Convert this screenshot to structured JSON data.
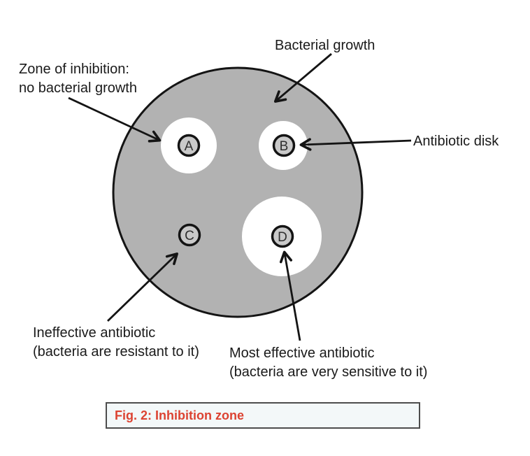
{
  "diagram": {
    "title_context": "Antibiotic disk diffusion test on a petri dish",
    "annotations": {
      "zone_of_inhibition": {
        "line1": "Zone of inhibition:",
        "line2": "no bacterial growth"
      },
      "bacterial_growth": {
        "label": "Bacterial growth"
      },
      "antibiotic_disk": {
        "label": "Antibiotic disk"
      },
      "ineffective_antibiotic": {
        "line1": "Ineffective antibiotic",
        "line2": "(bacteria are resistant to it)"
      },
      "most_effective_antibiotic": {
        "line1": "Most effective antibiotic",
        "line2": "(bacteria are very sensitive to it)"
      }
    },
    "petri_dish": {
      "disks": [
        {
          "label": "A",
          "inhibition_zone": "medium"
        },
        {
          "label": "B",
          "inhibition_zone": "small"
        },
        {
          "label": "C",
          "inhibition_zone": "none"
        },
        {
          "label": "D",
          "inhibition_zone": "largest"
        }
      ]
    },
    "colors": {
      "bacterial_lawn_fill": "#b2b2b2",
      "disk_fill": "#c9c9c9",
      "zone_fill": "#ffffff",
      "outline": "#141414",
      "label_text": "#1a1a1a"
    }
  },
  "caption": {
    "text": "Fig. 2: Inhibition zone",
    "text_color": "#dc4332",
    "box_bg": "#f3f8f9",
    "box_border": "#4d4d4d"
  }
}
